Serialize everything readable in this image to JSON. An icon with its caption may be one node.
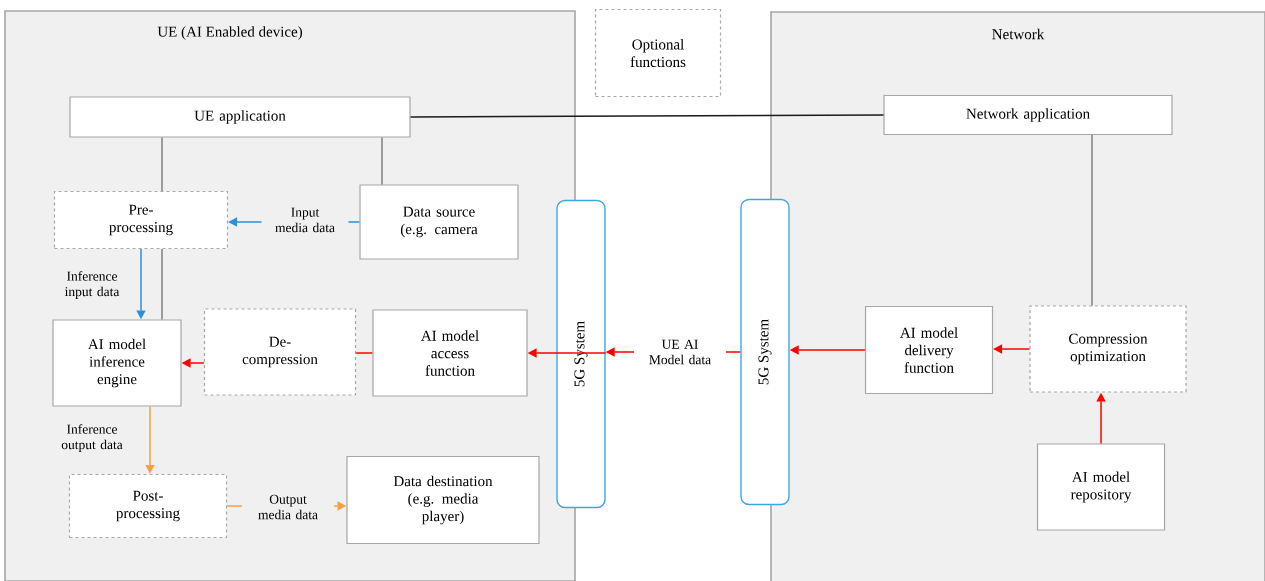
{
  "diagram": {
    "nodes": [
      {
        "text": [
          "UE (AI Enabled device)"
        ]
      },
      {
        "text": [
          "Network"
        ]
      },
      {
        "text": [
          "Optional functions"
        ]
      },
      {
        "text": [
          "UE application"
        ],
        "in": 0
      },
      {
        "text": [
          "Pre- processing"
        ],
        "in": 0
      },
      {
        "text": [
          "Data source (e.g. camera"
        ],
        "in": 0
      },
      {
        "text": [
          "AI model inference engine"
        ],
        "in": 0
      },
      {
        "text": [
          "De- compression"
        ],
        "in": 0
      },
      {
        "text": [
          "AI model access function"
        ],
        "in": 0
      },
      {
        "text": [
          "Post- processing"
        ],
        "in": 0
      },
      {
        "text": [
          "Data destination (e.g. media player)"
        ],
        "in": 0
      },
      {
        "text": [
          "5G System"
        ]
      },
      {
        "text": [
          "5G System"
        ]
      },
      {
        "text": [
          "Network application"
        ],
        "in": 1
      },
      {
        "text": [
          "AI model delivery function"
        ],
        "in": 1
      },
      {
        "text": [
          "Compression optimization"
        ],
        "in": 1
      },
      {
        "text": [
          "AI model repository"
        ],
        "in": 1
      }
    ],
    "edges": [
      {
        "from": 3,
        "to": 13,
        "arrow": "none",
        "color": "#1a1a1a"
      },
      {
        "from": 3,
        "to": 4,
        "arrow": "none",
        "color": "#808080"
      },
      {
        "from": 3,
        "to": 5,
        "arrow": "none",
        "color": "#808080"
      },
      {
        "from": 4,
        "to": 6,
        "arrow": "none",
        "color": "#808080"
      },
      {
        "from": 5,
        "to": 4,
        "arrow": "to",
        "label": "Input media data",
        "color": "#2e8fd6"
      },
      {
        "from": 4,
        "to": 6,
        "arrow": "to",
        "label": "Inference input data",
        "color": "#2e8fd6"
      },
      {
        "from": 8,
        "to": 7,
        "arrow": "none"
      },
      {
        "from": 7,
        "to": 6,
        "arrow": "to"
      },
      {
        "from": 11,
        "to": 8,
        "arrow": "to"
      },
      {
        "from": 12,
        "to": 11,
        "arrow": "to",
        "label": "UE AI Model data"
      },
      {
        "from": 14,
        "to": 12,
        "arrow": "to"
      },
      {
        "from": 15,
        "to": 14,
        "arrow": "to"
      },
      {
        "from": 16,
        "to": 15,
        "arrow": "to"
      },
      {
        "from": 13,
        "to": 15,
        "arrow": "none",
        "color": "#808080"
      },
      {
        "from": 6,
        "to": 9,
        "arrow": "to",
        "label": "Inference output data",
        "color": "#f5a040"
      },
      {
        "from": 9,
        "to": 10,
        "arrow": "to",
        "label": "Output media data",
        "color": "#f5a040"
      }
    ]
  }
}
